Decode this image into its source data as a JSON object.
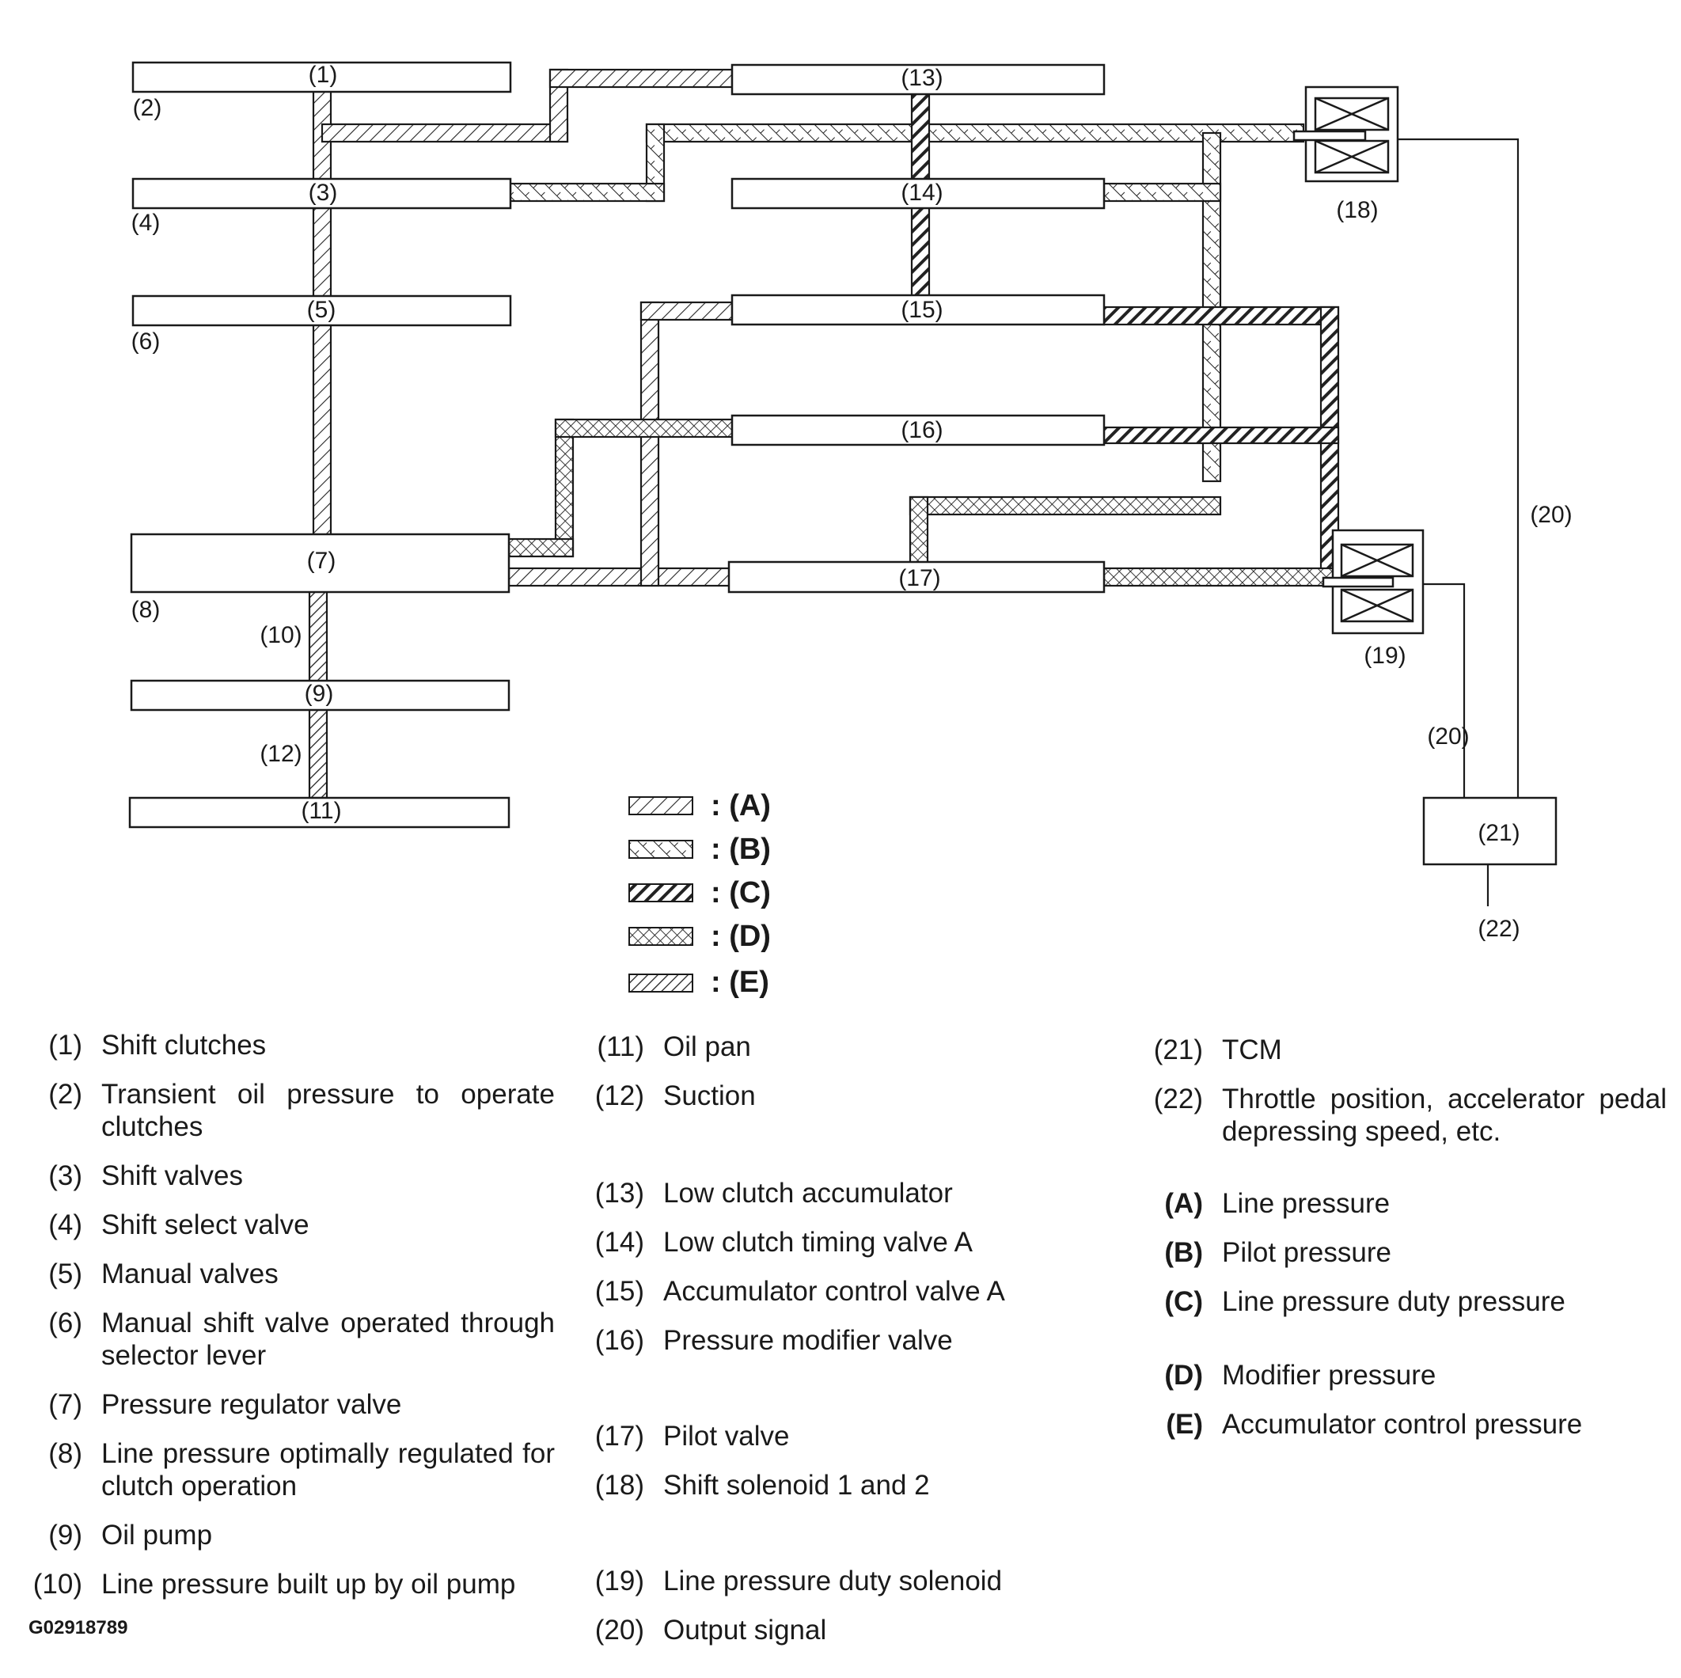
{
  "diagram": {
    "components": [
      {
        "id": "(1)"
      },
      {
        "id": "(2)"
      },
      {
        "id": "(3)"
      },
      {
        "id": "(4)"
      },
      {
        "id": "(5)"
      },
      {
        "id": "(6)"
      },
      {
        "id": "(7)"
      },
      {
        "id": "(8)"
      },
      {
        "id": "(9)"
      },
      {
        "id": "(10)"
      },
      {
        "id": "(11)"
      },
      {
        "id": "(12)"
      },
      {
        "id": "(13)"
      },
      {
        "id": "(14)"
      },
      {
        "id": "(15)"
      },
      {
        "id": "(16)"
      },
      {
        "id": "(17)"
      },
      {
        "id": "(18)"
      },
      {
        "id": "(19)"
      },
      {
        "id": "(20)"
      },
      {
        "id": "(21)"
      },
      {
        "id": "(22)"
      }
    ],
    "pattern_legend": [
      {
        "code": ": (A)",
        "pattern": "diag-single"
      },
      {
        "code": ": (B)",
        "pattern": "diag-open"
      },
      {
        "code": ": (C)",
        "pattern": "diag-thick"
      },
      {
        "code": ": (D)",
        "pattern": "cross-hatch"
      },
      {
        "code": ": (E)",
        "pattern": "diag-dense"
      }
    ]
  },
  "legend": {
    "col1": [
      {
        "num": "(1)",
        "text": "Shift clutches"
      },
      {
        "num": "(2)",
        "text": "Transient oil pressure to operate clutches"
      },
      {
        "num": "(3)",
        "text": "Shift valves"
      },
      {
        "num": "(4)",
        "text": "Shift select valve"
      },
      {
        "num": "(5)",
        "text": "Manual valves"
      },
      {
        "num": "(6)",
        "text": "Manual shift valve operated through selector lever"
      },
      {
        "num": "(7)",
        "text": "Pressure regulator valve"
      },
      {
        "num": "(8)",
        "text": "Line pressure optimally regulated for clutch operation"
      },
      {
        "num": "(9)",
        "text": "Oil pump"
      },
      {
        "num": "(10)",
        "text": "Line pressure built up by oil pump"
      }
    ],
    "col2": [
      {
        "num": "(11)",
        "text": "Oil pan"
      },
      {
        "num": "(12)",
        "text": "Suction"
      },
      {
        "num": "(13)",
        "text": "Low clutch accumulator"
      },
      {
        "num": "(14)",
        "text": "Low clutch timing valve A"
      },
      {
        "num": "(15)",
        "text": "Accumulator control valve A"
      },
      {
        "num": "(16)",
        "text": "Pressure modifier valve"
      },
      {
        "num": "(17)",
        "text": "Pilot valve"
      },
      {
        "num": "(18)",
        "text": "Shift solenoid 1 and 2"
      },
      {
        "num": "(19)",
        "text": "Line pressure duty solenoid"
      },
      {
        "num": "(20)",
        "text": "Output signal"
      }
    ],
    "col3": [
      {
        "num": "(21)",
        "text": "TCM"
      },
      {
        "num": "(22)",
        "text": "Throttle position, accelerator pedal depressing speed, etc."
      }
    ],
    "col3_pressures": [
      {
        "code": "(A)",
        "text": "Line pressure"
      },
      {
        "code": "(B)",
        "text": "Pilot pressure"
      },
      {
        "code": "(C)",
        "text": "Line pressure duty pressure"
      },
      {
        "code": "(D)",
        "text": "Modifier pressure"
      },
      {
        "code": "(E)",
        "text": "Accumulator control pressure"
      }
    ]
  },
  "doc_code": "G02918789"
}
